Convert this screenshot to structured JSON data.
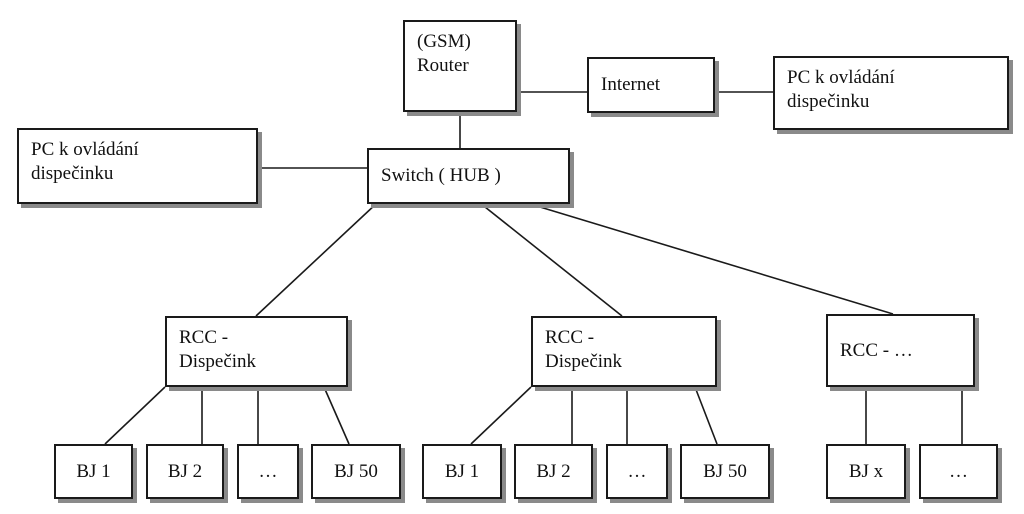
{
  "colors": {
    "line": "#1a1a1a",
    "shadow": "#8a8a8a",
    "background": "#ffffff"
  },
  "nodes": {
    "router": [
      "(GSM)",
      "Router"
    ],
    "internet": [
      "Internet"
    ],
    "pc_remote": [
      "PC k ovládání",
      "dispečinku"
    ],
    "pc_local": [
      "PC k ovládání",
      "dispečinku"
    ],
    "switch": [
      "Switch ( HUB )"
    ],
    "rcc1": [
      "RCC -",
      "Dispečink"
    ],
    "rcc2": [
      "RCC -",
      "Dispečink"
    ],
    "rcc3": [
      "RCC - …"
    ],
    "bj": {
      "g1_1": "BJ 1",
      "g1_2": "BJ 2",
      "g1_3": "…",
      "g1_4": "BJ 50",
      "g2_1": "BJ 1",
      "g2_2": "BJ 2",
      "g2_3": "…",
      "g2_4": "BJ 50",
      "g3_1": "BJ x",
      "g3_2": "…"
    }
  },
  "connections": [
    [
      "router",
      "internet"
    ],
    [
      "internet",
      "pc-remote"
    ],
    [
      "router",
      "switch"
    ],
    [
      "pc-local",
      "switch"
    ],
    [
      "switch",
      "rcc1"
    ],
    [
      "switch",
      "rcc2"
    ],
    [
      "switch",
      "rcc3"
    ],
    [
      "rcc1",
      "bj-g1-1"
    ],
    [
      "rcc1",
      "bj-g1-2"
    ],
    [
      "rcc1",
      "bj-g1-3"
    ],
    [
      "rcc1",
      "bj-g1-4"
    ],
    [
      "rcc2",
      "bj-g2-1"
    ],
    [
      "rcc2",
      "bj-g2-2"
    ],
    [
      "rcc2",
      "bj-g2-3"
    ],
    [
      "rcc2",
      "bj-g2-4"
    ],
    [
      "rcc3",
      "bj-g3-1"
    ],
    [
      "rcc3",
      "bj-g3-2"
    ]
  ]
}
